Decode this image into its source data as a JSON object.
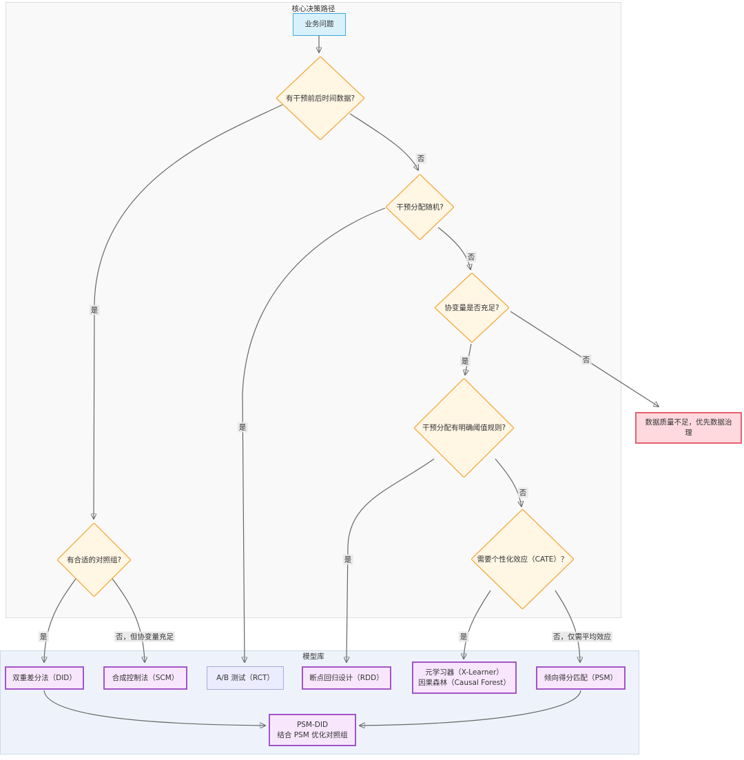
{
  "clusters": {
    "core": {
      "label": "核心决策路径"
    },
    "models": {
      "label": "模型库"
    }
  },
  "nodes": {
    "start": {
      "label": "业务问题"
    },
    "q_time": {
      "label": "有干预前后时间数据?"
    },
    "q_random": {
      "label": "干预分配随机?"
    },
    "q_covariate": {
      "label": "协变量是否充足?"
    },
    "q_threshold": {
      "label": "干预分配有明确阈值规则?"
    },
    "q_cate": {
      "label": "需要个性化效应（CATE）？"
    },
    "q_control": {
      "label": "有合适的对照组?"
    },
    "warn": {
      "label": "数据质量不足，优先数据治理"
    },
    "did": {
      "label": "双重差分法（DID）"
    },
    "scm": {
      "label": "合成控制法（SCM）"
    },
    "rct": {
      "label": "A/B 测试（RCT）"
    },
    "rdd": {
      "label": "断点回归设计（RDD）"
    },
    "xlearner": {
      "line1": "元学习器（X-Learner）",
      "line2": "因果森林（Causal Forest）"
    },
    "psm": {
      "label": "倾向得分匹配（PSM）"
    },
    "psm_did": {
      "line1": "PSM-DID",
      "line2": "结合 PSM 优化对照组"
    }
  },
  "edge_labels": {
    "time_yes": "是",
    "time_no": "否",
    "random_yes": "是",
    "random_no": "否",
    "covariate_yes": "是",
    "covariate_no": "否",
    "threshold_yes": "是",
    "threshold_no": "否",
    "cate_yes": "是",
    "cate_no": "否，仅需平均效应",
    "control_yes": "是",
    "control_no": "否，但协变量充足"
  },
  "colors": {
    "decision_fill": "#FFF6E4",
    "decision_border": "#F2A93C",
    "start_fill": "#D9F1FB",
    "start_border": "#3EA8DC",
    "model_fill": "#F8E7FC",
    "model_border": "#A353C9",
    "default_fill": "#ECECFF",
    "default_border": "#A9A9D8",
    "warning_fill": "#FFD9DE",
    "warning_border": "#E4606D",
    "cluster_core_fill": "#F9F9F9",
    "cluster_models_fill": "#EEF3FB",
    "edge_line": "#666666"
  }
}
